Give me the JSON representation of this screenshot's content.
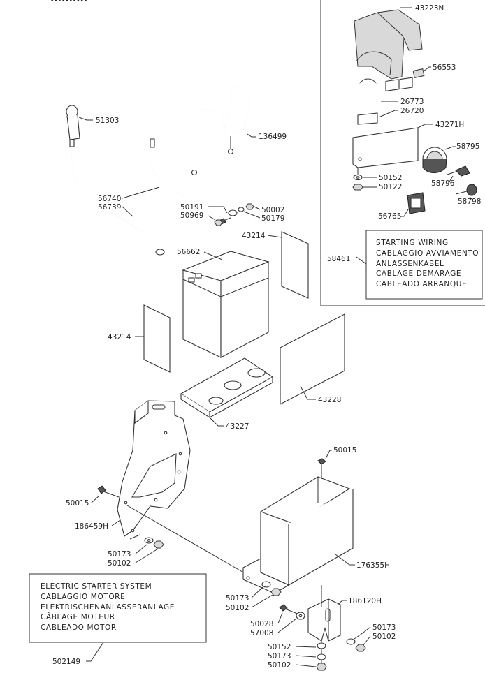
{
  "header_text": "..........",
  "callouts": {
    "p43223N": "43223N",
    "p56553": "56553",
    "p26773": "26773",
    "p26720": "26720",
    "p43271H": "43271H",
    "p58795": "58795",
    "p50152a": "50152",
    "p50122": "50122",
    "p58796": "58796",
    "p58798": "58798",
    "p56765": "56765",
    "p58461": "58461",
    "p51303": "51303",
    "p136499": "136499",
    "p56740": "56740",
    "p56739": "56739",
    "p50191": "50191",
    "p50969": "50969",
    "p50002": "50002",
    "p50179": "50179",
    "p43214a": "43214",
    "p56662": "56662",
    "p43214b": "43214",
    "p43228": "43228",
    "p43227": "43227",
    "p50015a": "50015",
    "p50015b": "50015",
    "p186459H": "186459H",
    "p50173a": "50173",
    "p50102a": "50102",
    "p176355H": "176355H",
    "p50173b": "50173",
    "p50102b": "50102",
    "p186120H": "186120H",
    "p50028": "50028",
    "p57008": "57008",
    "p50173c": "50173",
    "p50102c": "50102",
    "p50152b": "50152",
    "p50173d": "50173",
    "p50102d": "50102",
    "p502149": "502149"
  },
  "starting_wiring_box": {
    "lines": [
      "STARTING  WIRING",
      "CABLAGGIO  AVVIAMENTO",
      "ANLASSENKABEL",
      "CABLAGE  DEMARAGE",
      "CABLEADO  ARRANQUE"
    ]
  },
  "electric_starter_box": {
    "lines": [
      "ELECTRIC  STARTER  SYSTEM",
      "CABLAGGIO  MOTORE",
      "ELEKTRISCHENANLASSERANLAGE",
      "CÂBLAGE  MOTEUR",
      "CABLEADO  MOTOR"
    ]
  }
}
